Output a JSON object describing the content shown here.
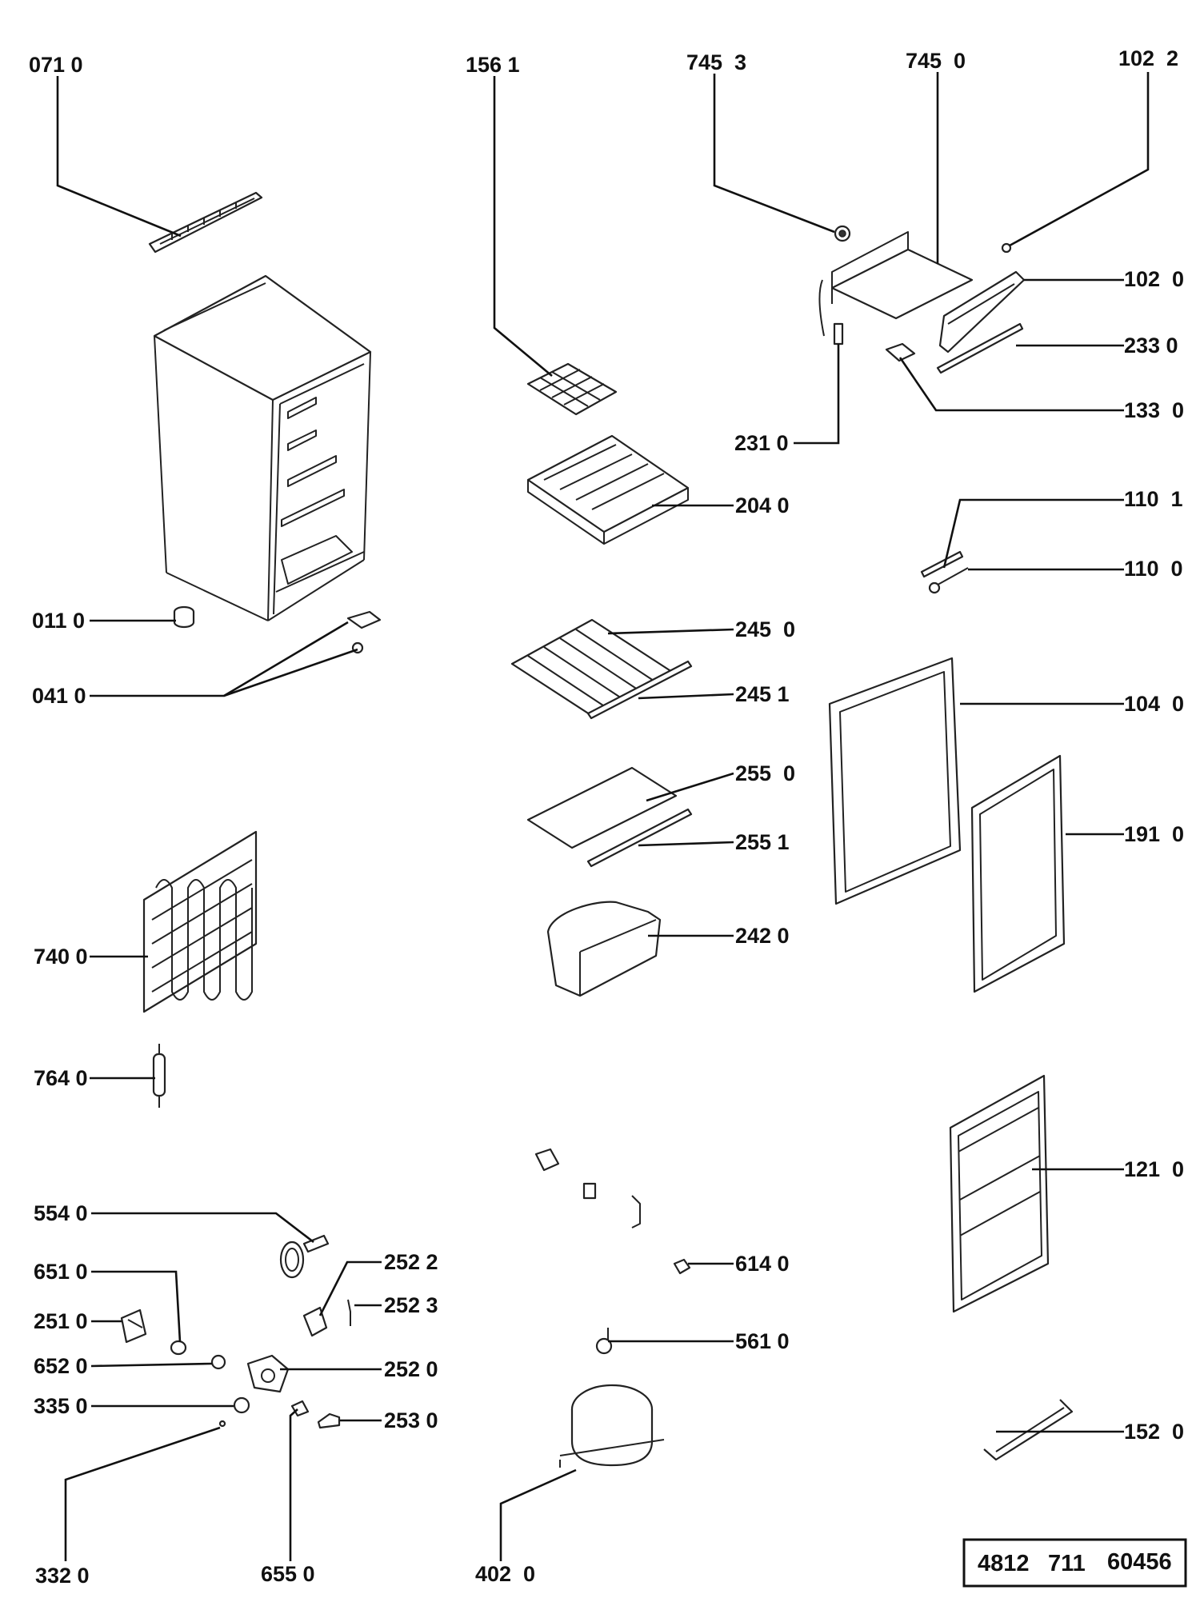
{
  "diagram": {
    "catalog_number": {
      "part1": "4812",
      "part2": "711",
      "part3": "60456"
    },
    "labels": {
      "p0710": "071 0",
      "p1561": "156 1",
      "p7453": "745  3",
      "p7450": "745  0",
      "p1022": "102  2",
      "p1020": "102  0",
      "p2330": "233 0",
      "p1330": "133  0",
      "p2310": "231 0",
      "p2040": "204 0",
      "p1101": "110  1",
      "p1100": "110  0",
      "p0110": "011 0",
      "p0410": "041 0",
      "p2450": "245  0",
      "p2451": "245 1",
      "p1040": "104  0",
      "p2550": "255  0",
      "p2551": "255 1",
      "p1910": "191  0",
      "p7400": "740 0",
      "p2420": "242 0",
      "p7640": "764 0",
      "p1210": "121  0",
      "p5540": "554 0",
      "p6510": "651 0",
      "p2522": "252 2",
      "p6140": "614 0",
      "p2510": "251 0",
      "p2523": "252 3",
      "p5610": "561 0",
      "p6520": "652 0",
      "p2520": "252 0",
      "p3350": "335 0",
      "p2530": "253 0",
      "p1520": "152  0",
      "p3320": "332 0",
      "p6550": "655 0",
      "p4020": "402  0"
    }
  }
}
